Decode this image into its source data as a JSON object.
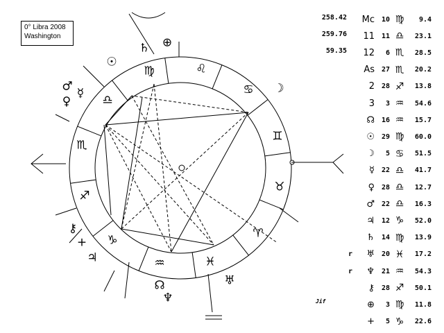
{
  "info": {
    "title": "0° Libra 2008",
    "place": "Washington"
  },
  "numbers": [
    "258.42",
    "259.76",
    "59.35"
  ],
  "footer_mark": "Jif",
  "table": [
    {
      "r": "",
      "p": "Mc",
      "d": "10",
      "s": "♍",
      "m": "9.4"
    },
    {
      "r": "",
      "p": "11",
      "d": "11",
      "s": "♎",
      "m": "23.1"
    },
    {
      "r": "",
      "p": "12",
      "d": "6",
      "s": "♏",
      "m": "28.5"
    },
    {
      "r": "",
      "p": "As",
      "d": "27",
      "s": "♏",
      "m": "20.2"
    },
    {
      "r": "",
      "p": "2",
      "d": "28",
      "s": "♐",
      "m": "13.8"
    },
    {
      "r": "",
      "p": "3",
      "d": "3",
      "s": "♒",
      "m": "54.6"
    },
    {
      "r": "",
      "p": "☊",
      "d": "16",
      "s": "♒",
      "m": "15.7"
    },
    {
      "r": "",
      "p": "☉",
      "d": "29",
      "s": "♍",
      "m": "60.0"
    },
    {
      "r": "",
      "p": "☽",
      "d": "5",
      "s": "♋",
      "m": "51.5"
    },
    {
      "r": "",
      "p": "☿",
      "d": "22",
      "s": "♎",
      "m": "41.7"
    },
    {
      "r": "",
      "p": "♀",
      "d": "28",
      "s": "♎",
      "m": "12.7"
    },
    {
      "r": "",
      "p": "♂",
      "d": "22",
      "s": "♎",
      "m": "16.3"
    },
    {
      "r": "",
      "p": "♃",
      "d": "12",
      "s": "♑",
      "m": "52.0"
    },
    {
      "r": "",
      "p": "♄",
      "d": "14",
      "s": "♍",
      "m": "13.9"
    },
    {
      "r": "r",
      "p": "♅",
      "d": "20",
      "s": "♓",
      "m": "17.2"
    },
    {
      "r": "r",
      "p": "♆",
      "d": "21",
      "s": "♒",
      "m": "54.3"
    },
    {
      "r": "",
      "p": "⚷",
      "d": "28",
      "s": "♐",
      "m": "50.1"
    },
    {
      "r": "",
      "p": "⊕",
      "d": "3",
      "s": "♍",
      "m": "11.8"
    },
    {
      "r": "",
      "p": "+",
      "d": "5",
      "s": "♑",
      "m": "22.6"
    }
  ],
  "wheel": {
    "signs": [
      "♍",
      "♌",
      "♋",
      "♊",
      "♉",
      "♈",
      "♓",
      "♒",
      "♑",
      "♐",
      "♏",
      "♎"
    ],
    "planets": [
      "♄",
      "⊕",
      "☉",
      "♂",
      "☿",
      "♀",
      "☽",
      "⚷",
      "+",
      "♃",
      "☊",
      "♆",
      "♅"
    ]
  }
}
